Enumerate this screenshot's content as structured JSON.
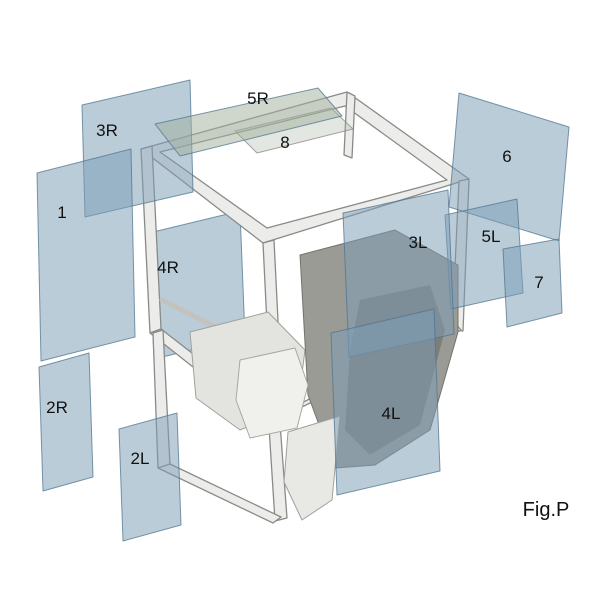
{
  "figure": {
    "caption": "Fig.P"
  },
  "labels": {
    "p1": "1",
    "p2R": "2R",
    "p2L": "2L",
    "p3R": "3R",
    "p3L": "3L",
    "p4R": "4R",
    "p4L": "4L",
    "p5R": "5R",
    "p5L": "5L",
    "p6": "6",
    "p7": "7",
    "p8": "8"
  },
  "colors": {
    "background": "#ffffff",
    "glass_blue": "#7d9db6",
    "glass_green": "#9faf9c",
    "glass_outline": "#4f748e",
    "frame_fill": "#ececea",
    "frame_outline": "#8a8a87",
    "interior_gray": "#9b9b95",
    "interior_dark": "#7e7e78",
    "label_color": "#111111"
  }
}
